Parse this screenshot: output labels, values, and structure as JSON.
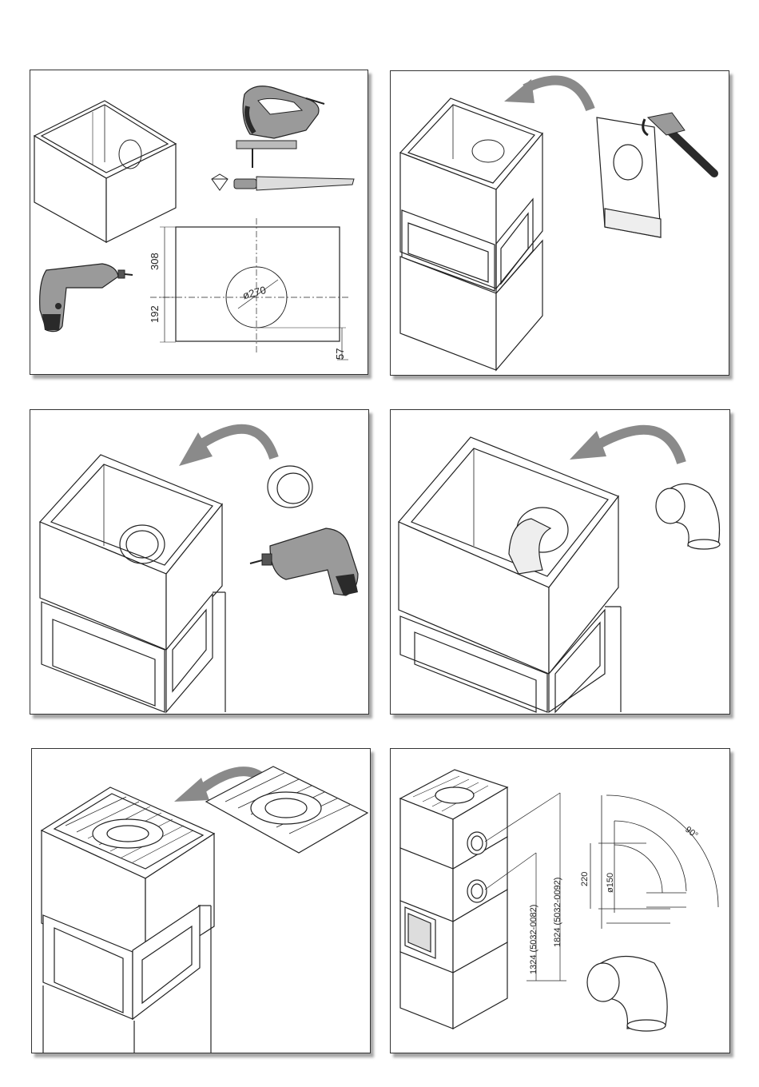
{
  "panel1": {
    "dim_height_upper": "308",
    "dim_height_lower": "192",
    "dim_diameter": "ø270",
    "dim_offset": "57"
  },
  "panel6": {
    "dim_total_short": "1324 (5032-0082)",
    "dim_total_tall": "1824 (5032-0092)",
    "dim_bend_height": "220",
    "dim_pipe_diameter": "ø150",
    "dim_angle": "90°"
  },
  "colors": {
    "arrow": "#8a8a8a",
    "tool_body": "#9a9a9a",
    "tool_dark": "#2a2a2a",
    "line": "#222222"
  },
  "icons": [
    "jigsaw-icon",
    "saw-icon",
    "diamond-icon",
    "drill-icon",
    "hammer-icon",
    "curved-arrow-icon"
  ]
}
